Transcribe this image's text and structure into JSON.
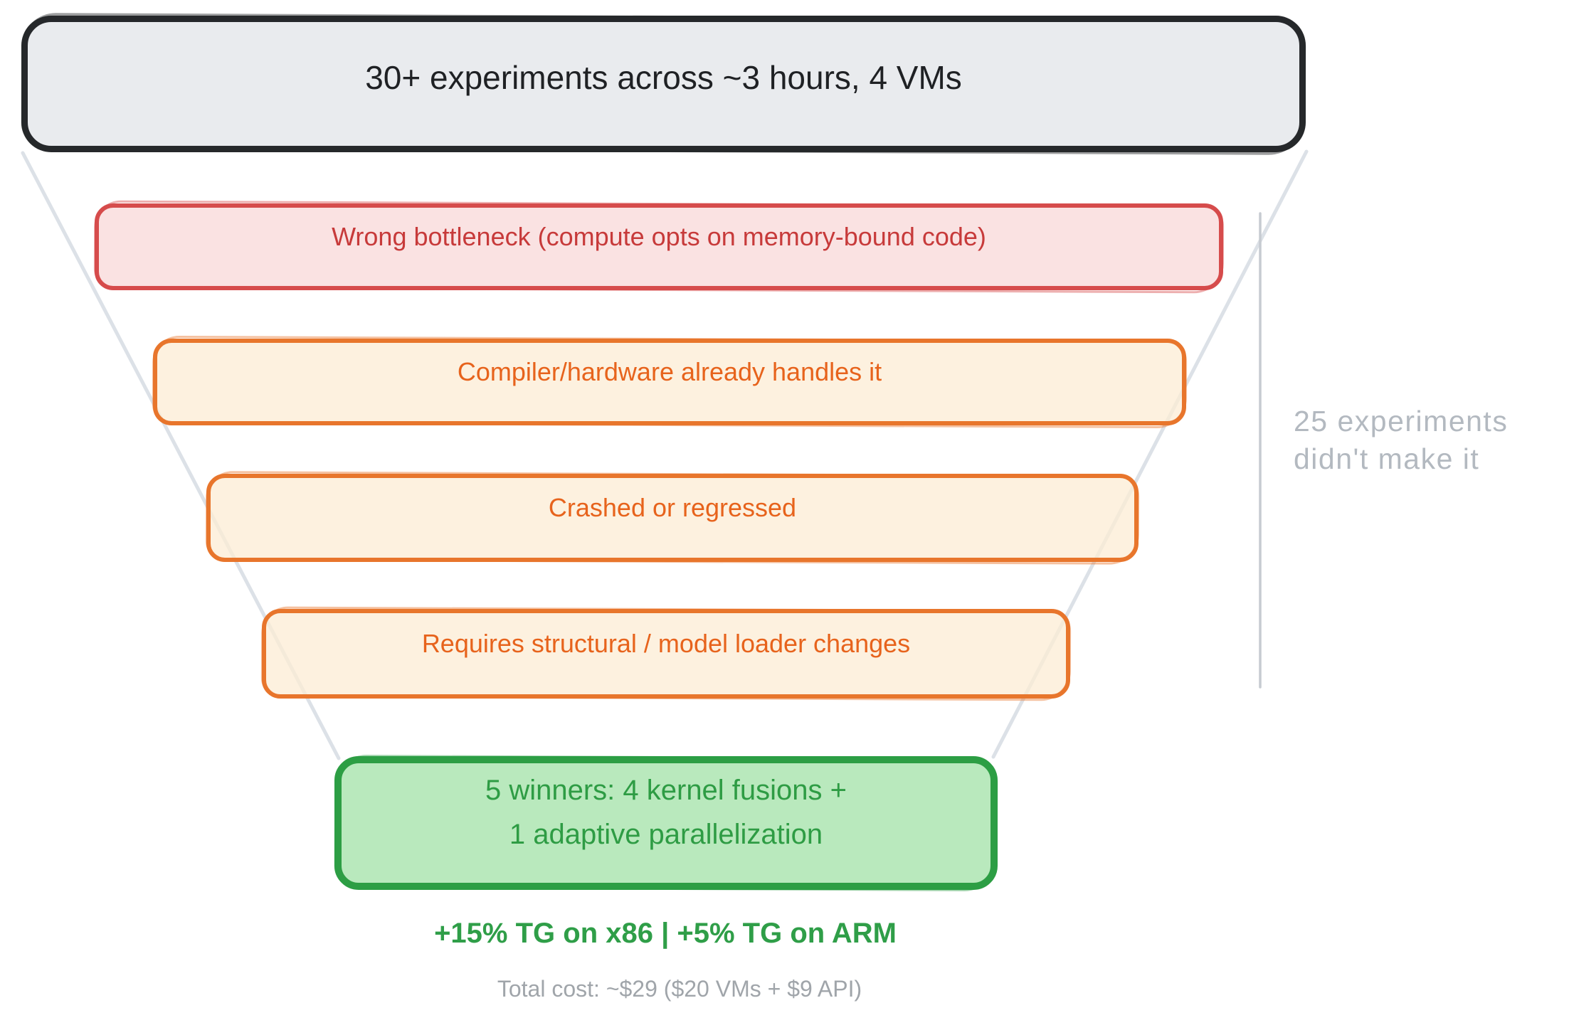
{
  "title_box": {
    "label": "30+ experiments across ~3 hours, 4 VMs",
    "border_color": "#26282b",
    "fill_color": "#e9ebee",
    "text_color": "#1f2124"
  },
  "funnel_stages": [
    {
      "label": "Wrong bottleneck (compute opts on memory-bound code)",
      "border_color": "#d64c4c",
      "fill_color": "rgba(249,219,219,0.8)",
      "text_color": "#c73a3a"
    },
    {
      "label": "Compiler/hardware already handles it",
      "border_color": "#e8762c",
      "fill_color": "rgba(252,236,212,0.75)",
      "text_color": "#e7631c"
    },
    {
      "label": "Crashed or regressed",
      "border_color": "#e8762c",
      "fill_color": "rgba(252,236,212,0.75)",
      "text_color": "#e7631c"
    },
    {
      "label": "Requires structural / model loader changes",
      "border_color": "#e8762c",
      "fill_color": "rgba(252,236,212,0.75)",
      "text_color": "#e7631c"
    }
  ],
  "winner_box": {
    "line1": "5 winners: 4 kernel fusions +",
    "line2": "1 adaptive parallelization",
    "border_color": "#2d9e44",
    "fill_color": "rgba(168,228,172,0.8)",
    "text_color": "#2e9c44"
  },
  "results": {
    "gains": "+15% TG on x86  |  +5% TG on ARM",
    "gains_color": "#2f9e48",
    "cost": "Total cost: ~$29 ($20 VMs + $9 API)",
    "cost_color": "#a0a5aa"
  },
  "side_annotation": {
    "line1": "25 experiments",
    "line2": "didn't make it",
    "text_color": "#b3b9c0",
    "bracket_line_color": "#c6cbd1"
  },
  "funnel_line_color": "#dce1e7"
}
